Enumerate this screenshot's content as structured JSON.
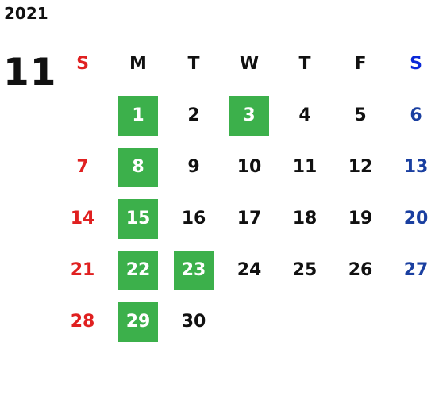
{
  "year": "2021",
  "month": "11",
  "colors": {
    "sunday": "#e02020",
    "saturday": "#1a3fa0",
    "weekday": "#111111",
    "holiday_bg": "#3cb04b",
    "holiday_text": "#ffffff",
    "header_sunday": "#e02020",
    "header_saturday": "#0a28d8"
  },
  "weekdays": [
    "S",
    "M",
    "T",
    "W",
    "T",
    "F",
    "S"
  ],
  "days": [
    [
      "",
      "1",
      "2",
      "3",
      "4",
      "5",
      "6"
    ],
    [
      "7",
      "8",
      "9",
      "10",
      "11",
      "12",
      "13"
    ],
    [
      "14",
      "15",
      "16",
      "17",
      "18",
      "19",
      "20"
    ],
    [
      "21",
      "22",
      "23",
      "24",
      "25",
      "26",
      "27"
    ],
    [
      "28",
      "29",
      "30",
      "",
      "",
      "",
      ""
    ]
  ],
  "highlighted_days": [
    "1",
    "3",
    "8",
    "15",
    "22",
    "23",
    "29"
  ]
}
